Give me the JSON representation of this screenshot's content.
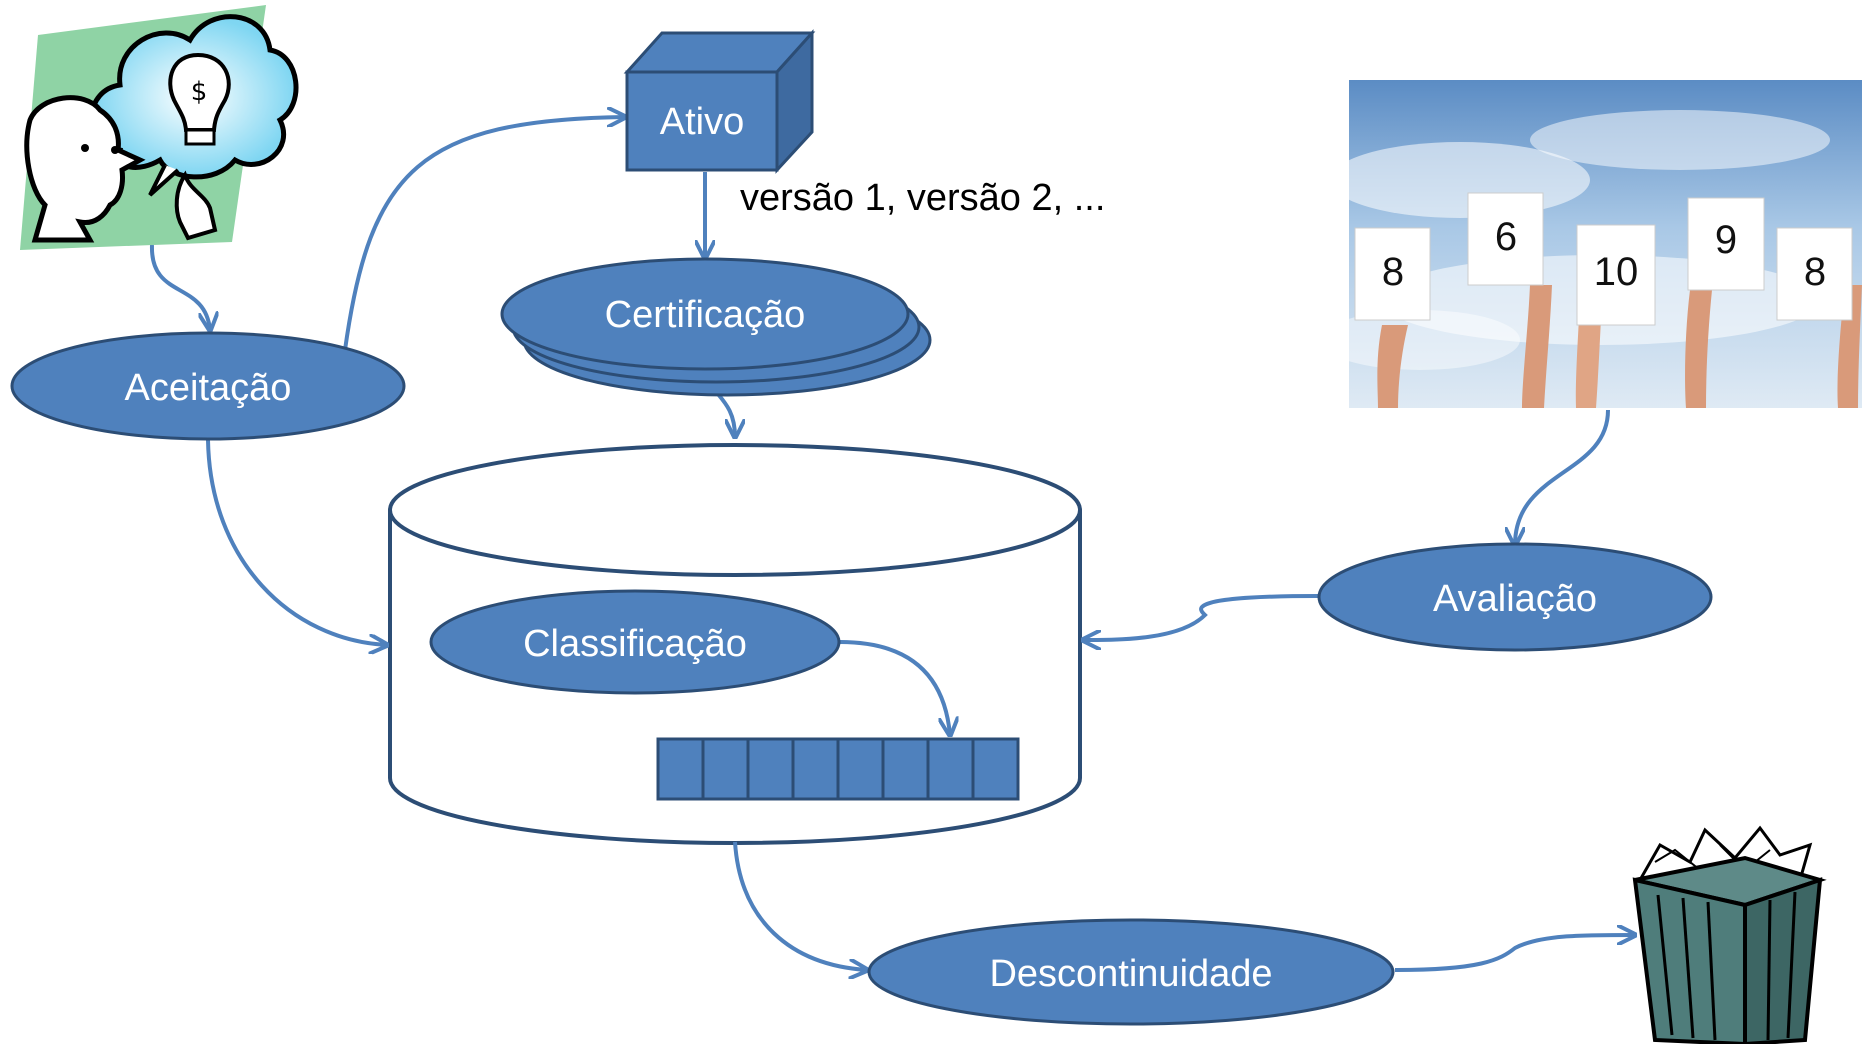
{
  "nodes": {
    "ativo": "Ativo",
    "versions": "versão 1, versão 2, ...",
    "certificacao": "Certificação",
    "aceitacao": "Aceitação",
    "classificacao": "Classificação",
    "avaliacao": "Avaliação",
    "descontinuidade": "Descontinuidade"
  },
  "rating_cards": [
    "8",
    "6",
    "10",
    "9",
    "8"
  ],
  "icons": {
    "idea": "idea-person-icon",
    "ratings_photo": "rating-cards-photo",
    "trash": "trash-bin-icon"
  },
  "colors": {
    "node_fill": "#4f81bd",
    "node_stroke": "#2c4d75",
    "arrow": "#4f81bd"
  }
}
